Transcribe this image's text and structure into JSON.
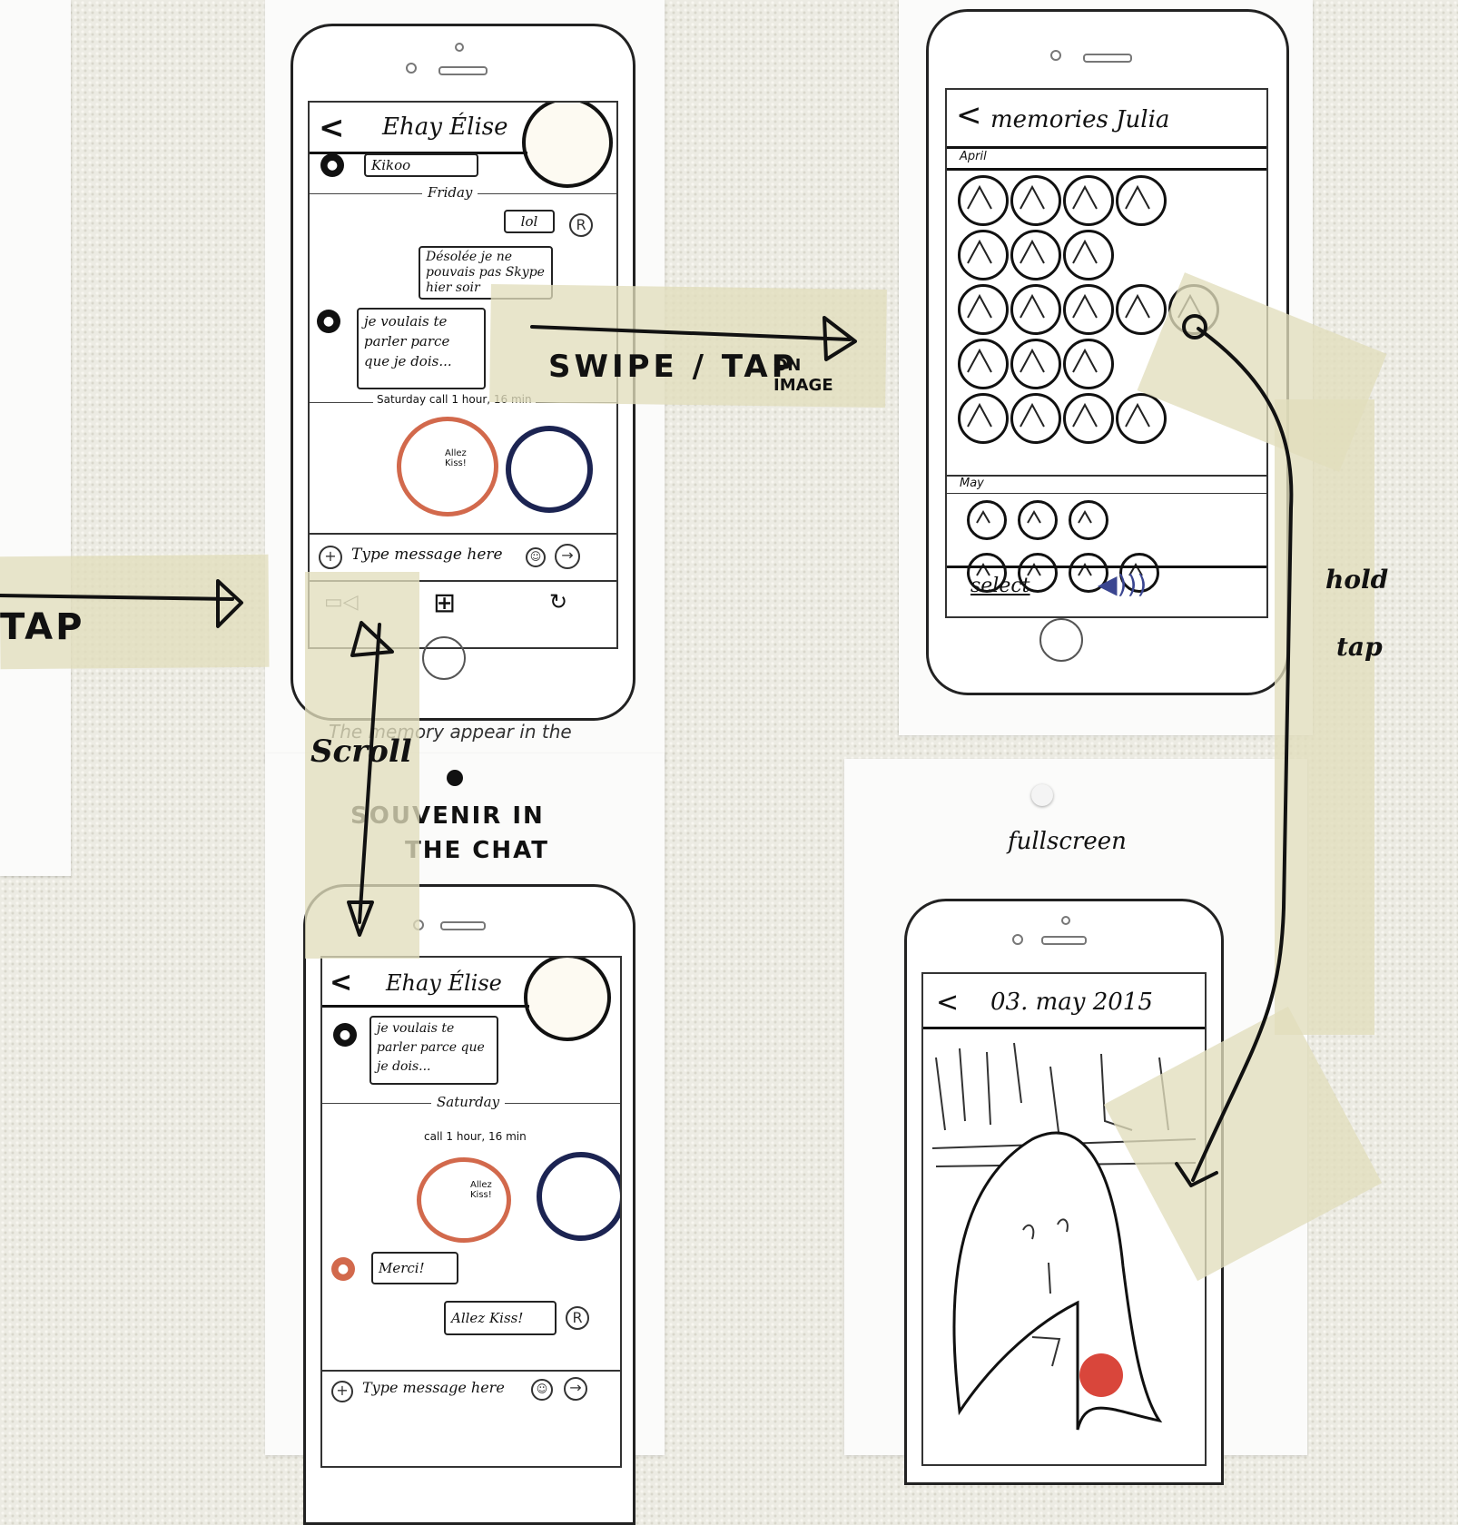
{
  "arrows": {
    "tap": "TAP",
    "swipe_tap": "SWIPE / TAP",
    "on_image": "ON IMAGE",
    "scroll": "Scroll",
    "hold_tap_1": "hold",
    "hold_tap_2": "tap"
  },
  "notes": {
    "memory_caption": "The memory appear in the",
    "souvenir_1": "SOUVENIR IN",
    "souvenir_2": "THE CHAT",
    "fullscreen": "fullscreen"
  },
  "chat_screen_1": {
    "back": "<",
    "title": "Ehay Élise",
    "msg_kikoo": "Kikoo",
    "divider_friday": "Friday",
    "msg_lol": "lol",
    "msg_desolee": "Désolée je ne pouvais pas Skype hier soir",
    "msg_voulais": "je voulais te parler parce que je dois...",
    "divider_call": "Saturday call 1 hour, 16 min",
    "sticker_text": "Allez Kiss!",
    "input_placeholder": "Type message here",
    "send": "→"
  },
  "memories_screen": {
    "back": "<",
    "title": "memories Julia",
    "month_april": "April",
    "month_may": "May",
    "select": "select"
  },
  "chat_screen_2": {
    "back": "<",
    "title": "Ehay Élise",
    "msg_voulais": "je voulais te parler parce que je dois...",
    "divider_saturday": "Saturday",
    "divider_call": "call 1 hour, 16 min",
    "sticker_text": "Allez Kiss!",
    "msg_merci": "Merci!",
    "msg_allez": "Allez Kiss!",
    "input_placeholder": "Type message here",
    "send": "→"
  },
  "fullscreen_screen": {
    "back": "<",
    "date": "03. may 2015"
  }
}
